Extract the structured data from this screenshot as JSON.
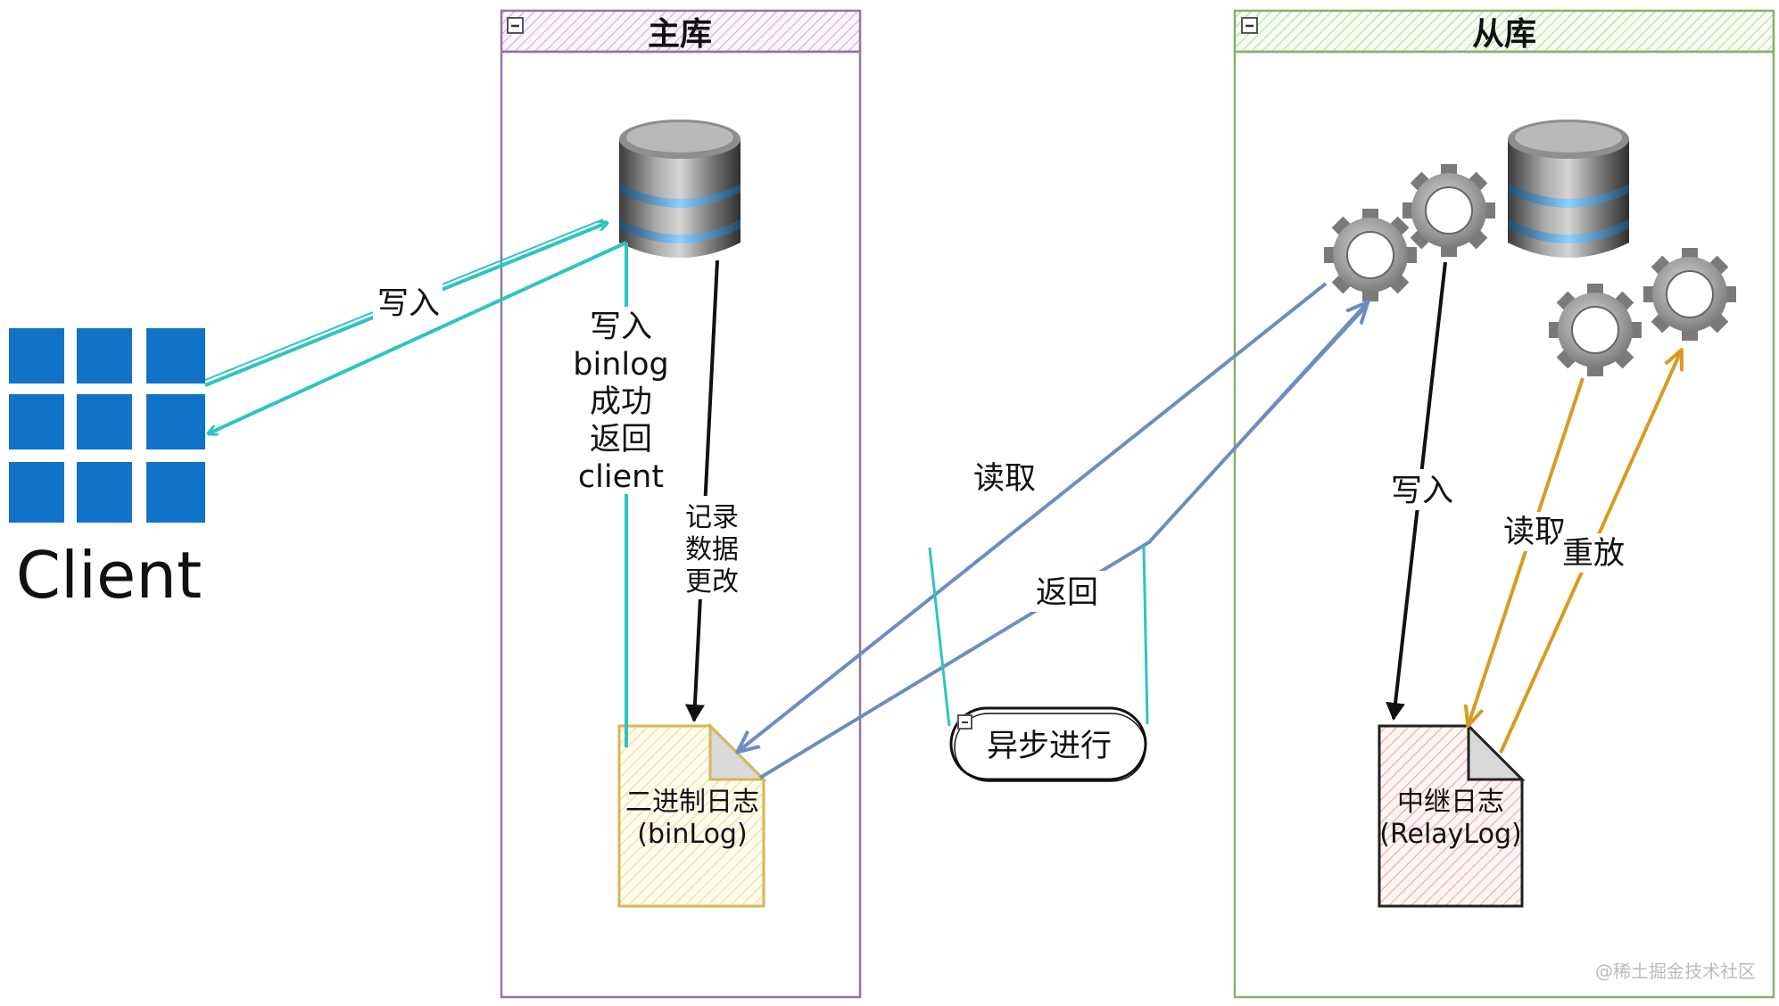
{
  "client": {
    "label": "Client",
    "arrow_label": "写入"
  },
  "master": {
    "title": "主库",
    "write_return_label": [
      "写入",
      "binlog",
      "成功",
      "返回",
      "client"
    ],
    "record_label": [
      "记录",
      "数据",
      "更改"
    ],
    "binlog_doc": [
      "二进制日志",
      "(binLog)"
    ]
  },
  "slave": {
    "title": "从库",
    "write_label": "写入",
    "read_label": "读取",
    "replay_label": "重放",
    "relaylog_doc": [
      "中继日志",
      "(RelayLog)"
    ]
  },
  "middle": {
    "read_label": "读取",
    "return_label": "返回",
    "async_label": "异步进行"
  },
  "colors": {
    "master_frame": "#9673a6",
    "slave_frame": "#82b366",
    "teal": "#2ec4c0",
    "steel_blue": "#6c8ebf",
    "orange": "#d79b22",
    "client_blue": "#1173c7",
    "binlog_fill": "#fff2cc",
    "relay_fill": "#f8cecc"
  },
  "watermark": "@稀土掘金技术社区"
}
